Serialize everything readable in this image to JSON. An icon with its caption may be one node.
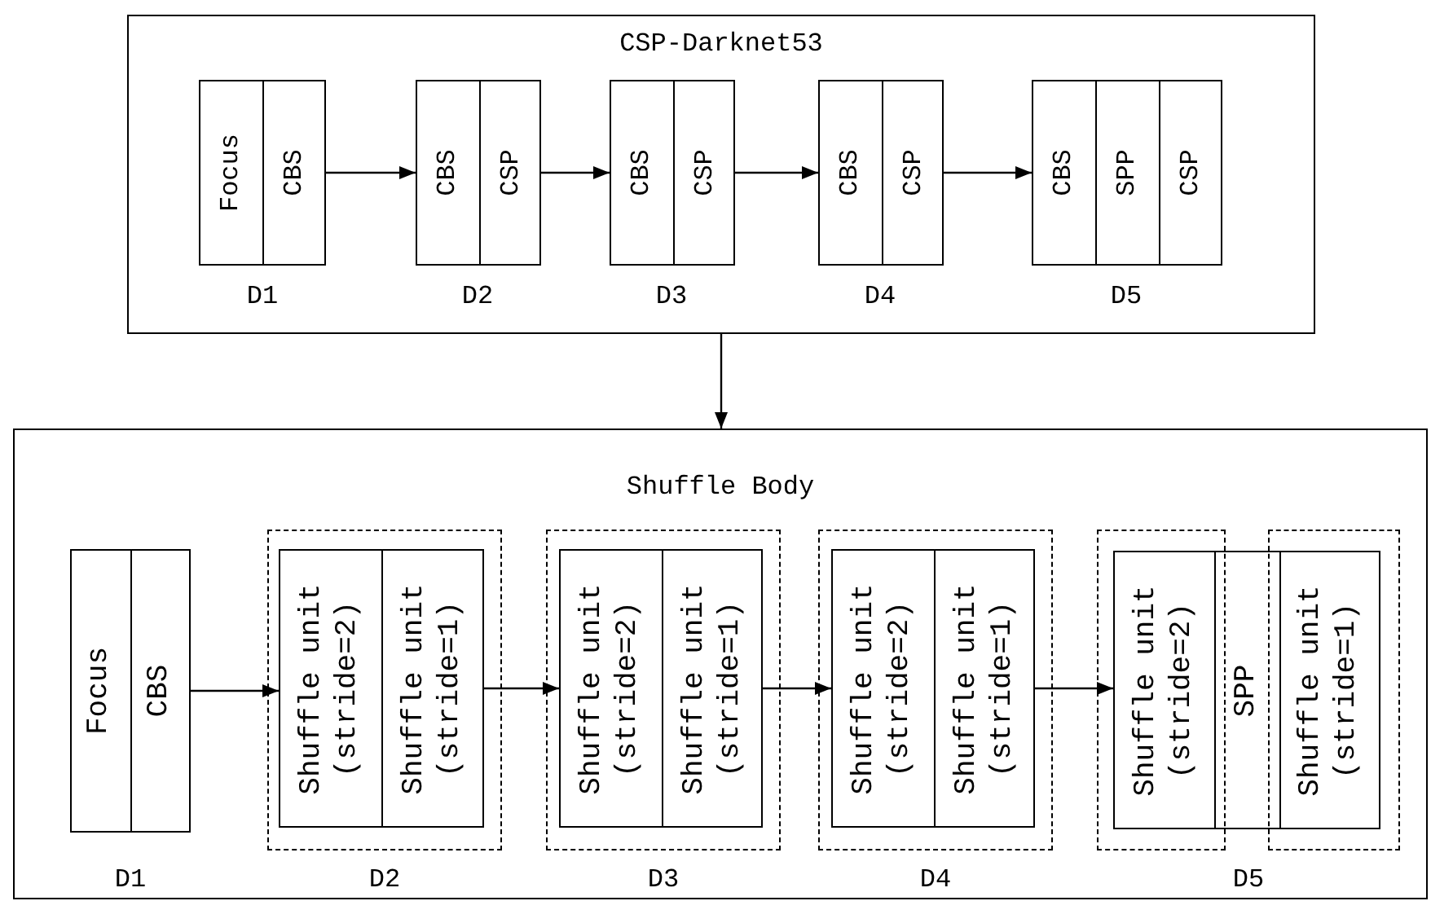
{
  "diagram": {
    "nodes": [
      {
        "text": [
          "CSP-Darknet53"
        ]
      },
      {
        "text": [],
        "shape": "box",
        "in": 0,
        "beside": [
          "D1"
        ]
      },
      {
        "text": [
          "Focus"
        ],
        "in": 1
      },
      {
        "text": [
          "CBS"
        ],
        "in": 1
      },
      {
        "text": [],
        "shape": "box",
        "in": 0,
        "beside": [
          "D2"
        ]
      },
      {
        "text": [
          "CBS"
        ],
        "in": 4
      },
      {
        "text": [
          "CSP"
        ],
        "in": 4
      },
      {
        "text": [],
        "shape": "box",
        "in": 0,
        "beside": [
          "D3"
        ]
      },
      {
        "text": [
          "CBS"
        ],
        "in": 7
      },
      {
        "text": [
          "CSP"
        ],
        "in": 7
      },
      {
        "text": [],
        "shape": "box",
        "in": 0,
        "beside": [
          "D4"
        ]
      },
      {
        "text": [
          "CBS"
        ],
        "in": 10
      },
      {
        "text": [
          "CSP"
        ],
        "in": 10
      },
      {
        "text": [],
        "shape": "box",
        "in": 0,
        "beside": [
          "D5"
        ]
      },
      {
        "text": [
          "CBS"
        ],
        "in": 13
      },
      {
        "text": [
          "SPP"
        ],
        "in": 13
      },
      {
        "text": [
          "CSP"
        ],
        "in": 13
      },
      {
        "text": [
          "Shuffle Body"
        ]
      },
      {
        "text": [],
        "shape": "box",
        "in": 17,
        "beside": [
          "D1"
        ]
      },
      {
        "text": [
          "Focus"
        ],
        "in": 18
      },
      {
        "text": [
          "CBS"
        ],
        "in": 18
      },
      {
        "text": [],
        "shape": "box",
        "in": 17,
        "beside": [
          "D2"
        ]
      },
      {
        "text": [],
        "shape": "box",
        "in": 21
      },
      {
        "text": [
          "Shuffle unit (stride=2)"
        ],
        "in": 22
      },
      {
        "text": [
          "Shuffle unit (stride=1)"
        ],
        "in": 22
      },
      {
        "text": [],
        "shape": "box",
        "in": 17,
        "beside": [
          "D3"
        ]
      },
      {
        "text": [],
        "shape": "box",
        "in": 25
      },
      {
        "text": [
          "Shuffle unit (stride=2)"
        ],
        "in": 26
      },
      {
        "text": [
          "Shuffle unit (stride=1)"
        ],
        "in": 26
      },
      {
        "text": [],
        "shape": "box",
        "in": 17,
        "beside": [
          "D4"
        ]
      },
      {
        "text": [],
        "shape": "box",
        "in": 29
      },
      {
        "text": [
          "Shuffle unit (stride=2)"
        ],
        "in": 30
      },
      {
        "text": [
          "Shuffle unit (stride=1)"
        ],
        "in": 30
      },
      {
        "text": [],
        "shape": "box",
        "in": 17
      },
      {
        "text": [],
        "shape": "box",
        "in": 17
      },
      {
        "text": [
          "Shuffle unit (stride=2)"
        ],
        "in": 33
      },
      {
        "text": [
          "SPP"
        ],
        "in": 17
      },
      {
        "text": [
          "Shuffle unit (stride=1)"
        ],
        "in": 34
      }
    ],
    "labels": [
      "D5"
    ],
    "edges": [
      {
        "from": 1,
        "to": 4,
        "arrow": "to"
      },
      {
        "from": 4,
        "to": 7,
        "arrow": "to"
      },
      {
        "from": 7,
        "to": 10,
        "arrow": "to"
      },
      {
        "from": 10,
        "to": 13,
        "arrow": "to"
      },
      {
        "from": 0,
        "to": 17,
        "arrow": "to"
      },
      {
        "from": 18,
        "to": 22,
        "arrow": "to"
      },
      {
        "from": 22,
        "to": 26,
        "arrow": "to"
      },
      {
        "from": 26,
        "to": 30,
        "arrow": "to"
      },
      {
        "from": 30,
        "to": 35,
        "arrow": "to"
      }
    ]
  }
}
